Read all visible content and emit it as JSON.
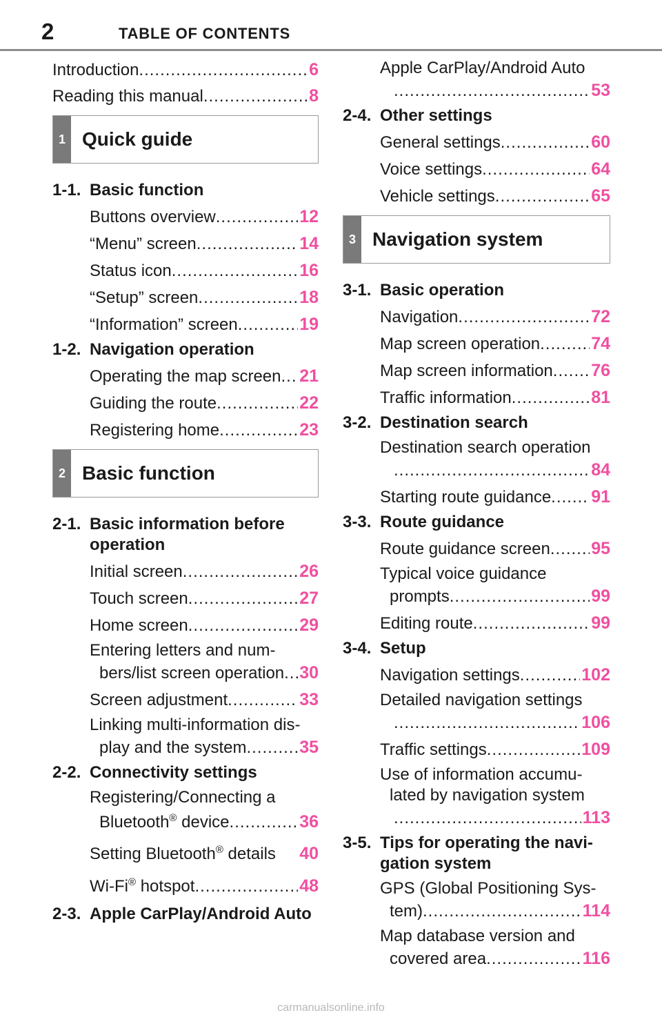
{
  "header": {
    "page_number": "2",
    "title": "TABLE OF CONTENTS"
  },
  "left": {
    "intro": [
      {
        "title": "Introduction",
        "page": "6"
      },
      {
        "title": "Reading this manual",
        "page": "8"
      }
    ],
    "chapter1": {
      "number": "1",
      "title": "Quick guide"
    },
    "s11": {
      "number": "1-1.",
      "title": "Basic function",
      "items": [
        {
          "title": "Buttons overview",
          "page": "12"
        },
        {
          "title": "“Menu” screen",
          "page": "14"
        },
        {
          "title": "Status icon",
          "page": "16"
        },
        {
          "title": "“Setup” screen",
          "page": "18"
        },
        {
          "title": "“Information” screen",
          "page": "19"
        }
      ]
    },
    "s12": {
      "number": "1-2.",
      "title": "Navigation operation",
      "items": [
        {
          "title": "Operating the map screen",
          "page": "21"
        },
        {
          "title": "Guiding the route",
          "page": "22"
        },
        {
          "title": "Registering home",
          "page": "23"
        }
      ]
    },
    "chapter2": {
      "number": "2",
      "title": "Basic function"
    },
    "s21": {
      "number": "2-1.",
      "title": "Basic information before operation",
      "items": [
        {
          "title": "Initial screen",
          "page": "26"
        },
        {
          "title": "Touch screen",
          "page": "27"
        },
        {
          "title": "Home screen",
          "page": "29"
        }
      ],
      "ml1": {
        "line1": "Entering letters and num-",
        "line2": "bers/list screen operation",
        "page": "30"
      },
      "items2": [
        {
          "title": "Screen adjustment",
          "page": "33"
        }
      ],
      "ml2": {
        "line1": "Linking multi-information dis-",
        "line2": "play and the system",
        "page": "35"
      }
    },
    "s22": {
      "number": "2-2.",
      "title": "Connectivity settings",
      "ml": {
        "line1": "Registering/Connecting a",
        "line2": "Bluetooth",
        "sup": "®",
        "line2b": " device",
        "page": "36"
      },
      "bt": {
        "title": "Setting Bluetooth",
        "sup": "®",
        "title2": " details",
        "page": "40"
      },
      "wifi": {
        "title": "Wi-Fi",
        "sup": "®",
        "title2": " hotspot",
        "page": "48"
      }
    },
    "s23": {
      "number": "2-3.",
      "title": "Apple CarPlay/Android Auto"
    }
  },
  "right": {
    "carplay": {
      "line1": "Apple CarPlay/Android Auto",
      "page": "53"
    },
    "s24": {
      "number": "2-4.",
      "title": "Other settings",
      "items": [
        {
          "title": "General settings",
          "page": "60"
        },
        {
          "title": "Voice settings",
          "page": "64"
        },
        {
          "title": "Vehicle settings",
          "page": "65"
        }
      ]
    },
    "chapter3": {
      "number": "3",
      "title": "Navigation system"
    },
    "s31": {
      "number": "3-1.",
      "title": "Basic operation",
      "items": [
        {
          "title": "Navigation",
          "page": "72"
        },
        {
          "title": "Map screen operation",
          "page": "74"
        },
        {
          "title": "Map screen information",
          "page": "76"
        },
        {
          "title": "Traffic information",
          "page": "81"
        }
      ]
    },
    "s32": {
      "number": "3-2.",
      "title": "Destination search",
      "ml": {
        "line1": "Destination search operation",
        "page": "84"
      },
      "items": [
        {
          "title": "Starting route guidance",
          "page": "91"
        }
      ]
    },
    "s33": {
      "number": "3-3.",
      "title": "Route guidance",
      "items": [
        {
          "title": "Route guidance screen",
          "page": "95"
        }
      ],
      "ml": {
        "line1": "Typical voice guidance",
        "line2": "prompts",
        "page": "99"
      },
      "items2": [
        {
          "title": "Editing route",
          "page": "99"
        }
      ]
    },
    "s34": {
      "number": "3-4.",
      "title": "Setup",
      "items": [
        {
          "title": "Navigation settings",
          "page": "102"
        }
      ],
      "ml1": {
        "line1": "Detailed navigation settings",
        "page": "106"
      },
      "items2": [
        {
          "title": "Traffic settings",
          "page": "109"
        }
      ],
      "ml2": {
        "line1": "Use of information accumu-",
        "line2": "lated by navigation system",
        "page": "113"
      }
    },
    "s35": {
      "number": "3-5.",
      "title": "Tips for operating the navi-gation system",
      "ml1": {
        "line1": "GPS (Global Positioning Sys-",
        "line2": "tem)",
        "page": "114"
      },
      "ml2": {
        "line1": "Map database version and",
        "line2": "covered area",
        "page": "116"
      }
    }
  },
  "footer": {
    "watermark": "carmanualsonline.info"
  }
}
